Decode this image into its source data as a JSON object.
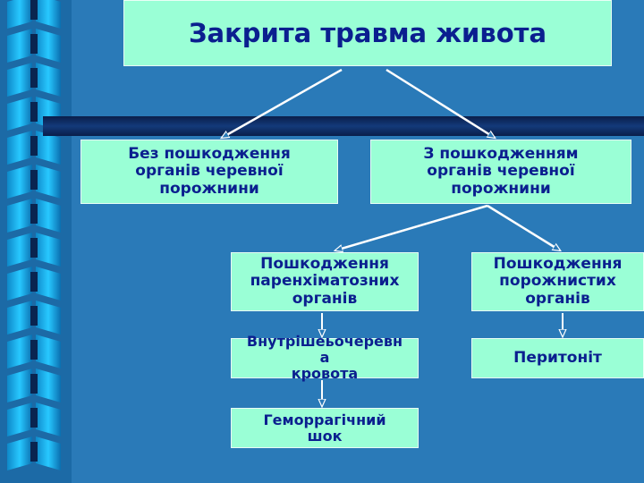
{
  "colors": {
    "background": "#2a7ab8",
    "box_fill": "#9affd6",
    "text": "#0b1f8f",
    "arrows": "#ffffff",
    "dark_bar": "#0f2a5f"
  },
  "title": "Закрита травма живота",
  "nodes": {
    "no_damage": "Без пошкодження\nорганів черевної\nпорожнини",
    "with_damage": "З пошкодженням\nорганів черевної\nпорожнини",
    "parenchymal": "Пошкодження\nпаренхіматозних\nорганів",
    "hollow": "Пошкодження\nпорожнистих\nорганів",
    "bleeding": "Внутрішеьочеревн\nа\nкровота",
    "peritonitis": "Перитоніт",
    "shock": "Геморрагічний\nшок"
  }
}
